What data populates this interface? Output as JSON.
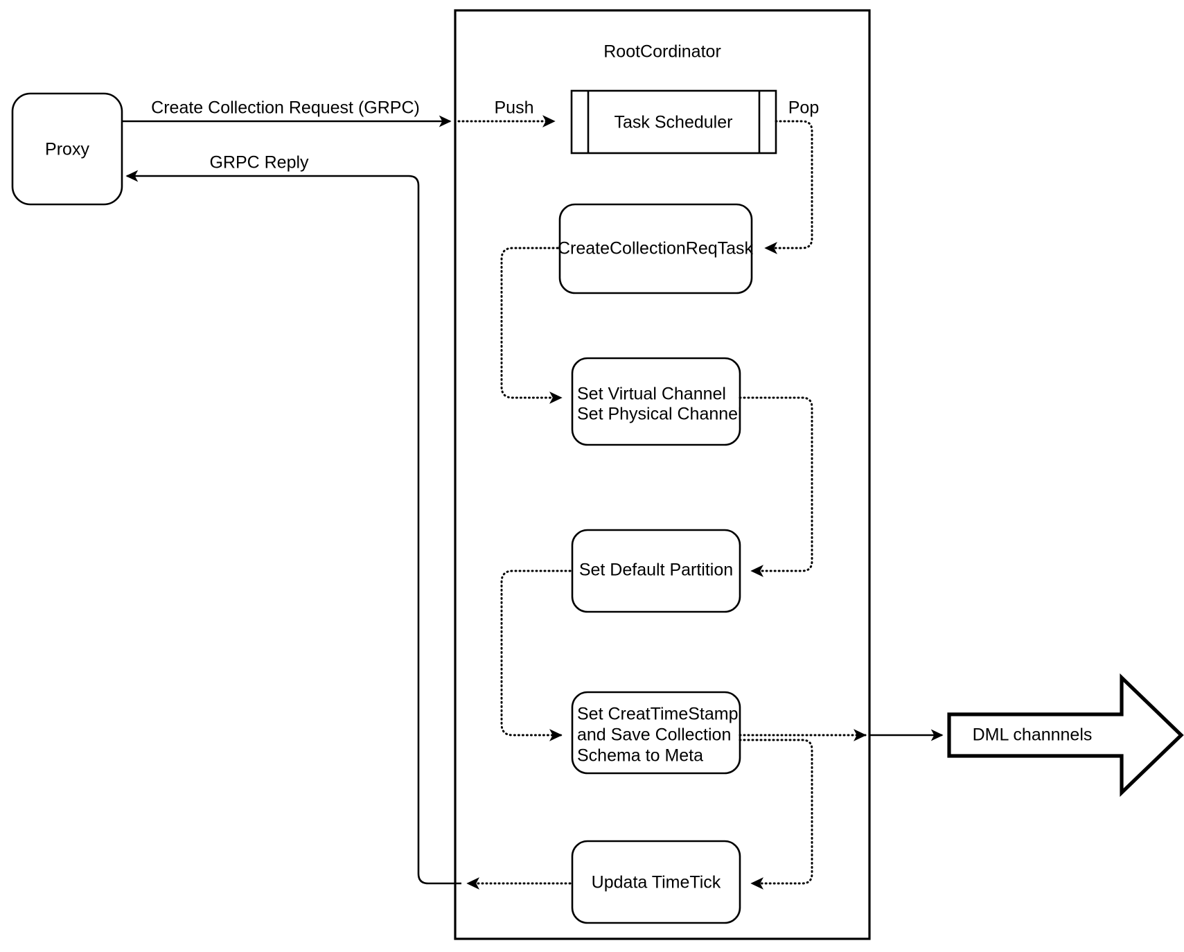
{
  "diagram": {
    "title": "RootCordinator",
    "background": "#ffffff",
    "line_color": "#000000",
    "nodes": {
      "proxy": {
        "label": "Proxy",
        "shape": "rounded-rect"
      },
      "root_coordinator": {
        "label": "RootCordinator",
        "shape": "rect-container"
      },
      "task_scheduler": {
        "label": "Task Scheduler",
        "shape": "process-bar"
      },
      "create_collection_req_task": {
        "label": "CreateCollectionReqTask",
        "shape": "rounded-rect"
      },
      "set_channels": {
        "line1": "Set Virtual Channel",
        "line2": "Set Physical Channel",
        "shape": "rounded-rect"
      },
      "set_default_partition": {
        "label": "Set Default Partition",
        "shape": "rounded-rect"
      },
      "set_create_timestamp": {
        "line1": "Set CreatTimeStamp",
        "line2": "and Save Collection",
        "line3": "Schema to Meta",
        "shape": "rounded-rect"
      },
      "update_timetick": {
        "label": "Updata TimeTick",
        "shape": "rounded-rect"
      },
      "dml_channels": {
        "label": "DML channnels",
        "shape": "block-arrow-right"
      }
    },
    "edges": [
      {
        "id": "proxy-to-rootcoord",
        "label": "Create Collection Request (GRPC)",
        "style": "solid-then-dotted",
        "from": "proxy",
        "to": "task_scheduler"
      },
      {
        "id": "push",
        "label": "Push",
        "style": "dotted",
        "from": "rootcoord-boundary",
        "to": "task_scheduler"
      },
      {
        "id": "pop",
        "label": "Pop",
        "style": "dotted",
        "from": "task_scheduler",
        "to": "create_collection_req_task"
      },
      {
        "id": "task-to-channels",
        "label": "",
        "style": "dotted",
        "from": "create_collection_req_task",
        "to": "set_channels"
      },
      {
        "id": "channels-to-partition",
        "label": "",
        "style": "dotted",
        "from": "set_channels",
        "to": "set_default_partition"
      },
      {
        "id": "partition-to-timestamp",
        "label": "",
        "style": "dotted",
        "from": "set_default_partition",
        "to": "set_create_timestamp"
      },
      {
        "id": "timestamp-to-dml",
        "label": "",
        "style": "dotted-then-solid",
        "from": "set_create_timestamp",
        "to": "dml_channels"
      },
      {
        "id": "timestamp-to-timetick",
        "label": "",
        "style": "dotted",
        "from": "set_create_timestamp",
        "to": "update_timetick"
      },
      {
        "id": "timetick-to-proxy",
        "label": "GRPC Reply",
        "style": "dotted-then-solid",
        "from": "update_timetick",
        "to": "proxy"
      }
    ]
  }
}
